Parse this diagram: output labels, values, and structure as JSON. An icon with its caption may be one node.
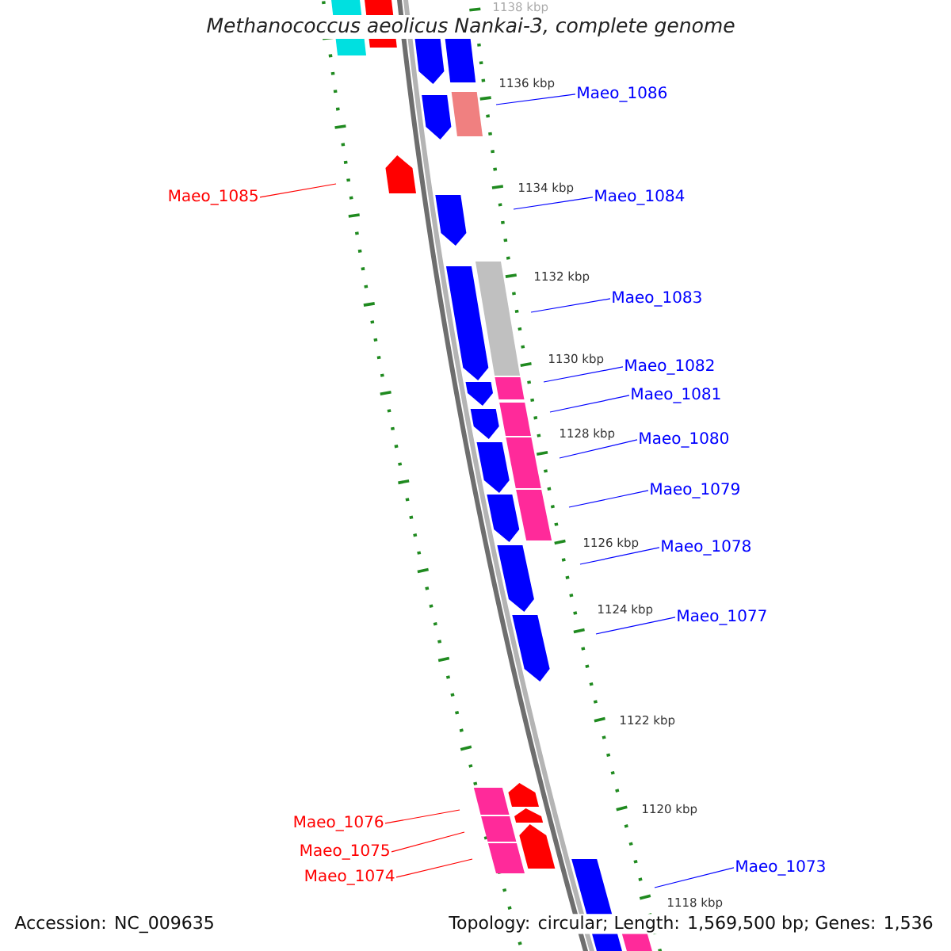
{
  "diagram": {
    "title": "Methanococcus aeolicus Nankai-3, complete genome",
    "nodes": [
      {
        "text": [
          "Maeo_1086"
        ]
      },
      {
        "text": [
          "Maeo_1085"
        ]
      },
      {
        "text": [
          "Maeo_1084"
        ]
      },
      {
        "text": [
          "Maeo_1083"
        ]
      },
      {
        "text": [
          "Maeo_1082"
        ]
      },
      {
        "text": [
          "Maeo_1081"
        ]
      },
      {
        "text": [
          "Maeo_1080"
        ]
      },
      {
        "text": [
          "Maeo_1079"
        ]
      },
      {
        "text": [
          "Maeo_1078"
        ]
      },
      {
        "text": [
          "Maeo_1077"
        ]
      },
      {
        "text": [
          "Maeo_1076"
        ]
      },
      {
        "text": [
          "Maeo_1075"
        ]
      },
      {
        "text": [
          "Maeo_1074"
        ]
      },
      {
        "text": [
          "Maeo_1073"
        ]
      }
    ],
    "edges": [
      {
        "from": 0,
        "to": null,
        "arrow": "none"
      },
      {
        "from": 1,
        "to": null,
        "arrow": "none",
        "color": "#ff0000"
      },
      {
        "from": 2,
        "to": null,
        "arrow": "none"
      },
      {
        "from": 3,
        "to": null,
        "arrow": "none"
      },
      {
        "from": 4,
        "to": null,
        "arrow": "none"
      },
      {
        "from": 5,
        "to": null,
        "arrow": "none"
      },
      {
        "from": 6,
        "to": null,
        "arrow": "none"
      },
      {
        "from": 7,
        "to": null,
        "arrow": "none"
      },
      {
        "from": 8,
        "to": null,
        "arrow": "none"
      },
      {
        "from": 9,
        "to": null,
        "arrow": "none"
      },
      {
        "from": 10,
        "to": null,
        "arrow": "none",
        "color": "#ff0000"
      },
      {
        "from": 11,
        "to": null,
        "arrow": "none",
        "color": "#ff0000"
      },
      {
        "from": 12,
        "to": null,
        "arrow": "none",
        "color": "#ff0000"
      },
      {
        "from": 13,
        "to": null,
        "arrow": "none"
      }
    ],
    "labels": [
      "1138 kbp",
      "1136 kbp",
      "1134 kbp",
      "1132 kbp",
      "1130 kbp",
      "1128 kbp",
      "1126 kbp",
      "1124 kbp",
      "1122 kbp",
      "1120 kbp",
      "1118 kbp",
      "Accession: NC_009635",
      "Topology: circular; Length: 1,569,500 bp; Genes: 1,536"
    ]
  }
}
